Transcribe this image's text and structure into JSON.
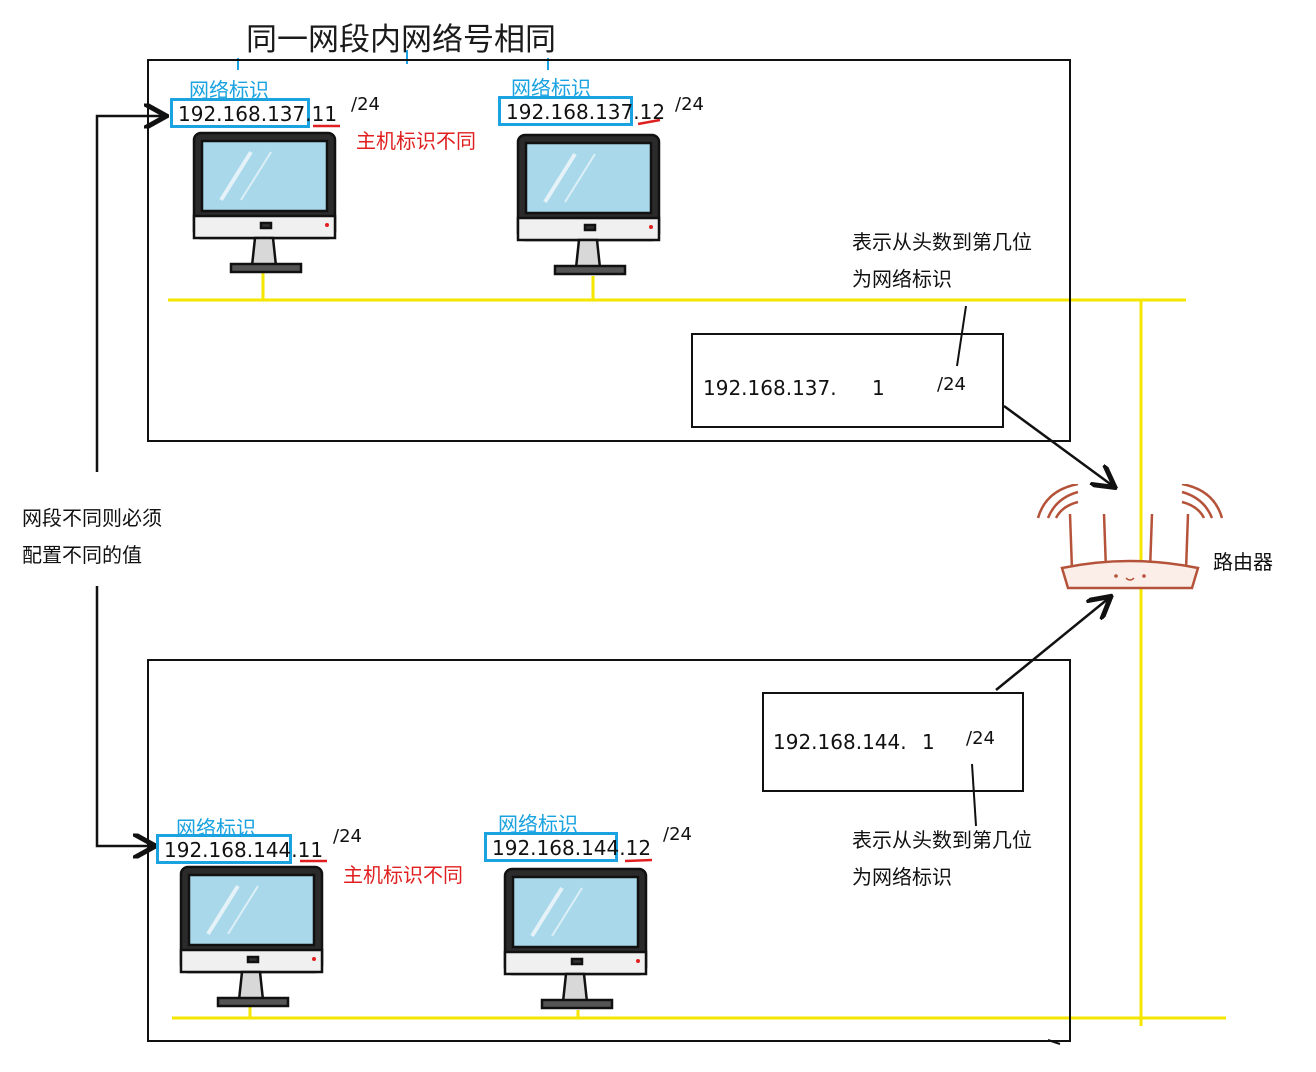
{
  "title": "同一网段内网络号相同",
  "segment_note": [
    "网段不同则必须",
    "配置不同的值"
  ],
  "router_label": "路由器",
  "top_network": {
    "hosts": [
      {
        "net_label": "网络标识",
        "ip_net": "192.168.137",
        "ip_host": ".11",
        "mask": "/24"
      },
      {
        "net_label": "网络标识",
        "ip_net": "192.168.137",
        "ip_host": ".12",
        "mask": "/24"
      }
    ],
    "host_diff_label": "主机标识不同",
    "gateway": {
      "ip_net": "192.168.137.",
      "ip_host": "1",
      "mask": "/24"
    },
    "mask_note": [
      "表示从头数到第几位",
      "为网络标识"
    ]
  },
  "bottom_network": {
    "hosts": [
      {
        "net_label": "网络标识",
        "ip_net": "192.168.144",
        "ip_host": ".11",
        "mask": "/24"
      },
      {
        "net_label": "网络标识",
        "ip_net": "192.168.144",
        "ip_host": ".12",
        "mask": "/24"
      }
    ],
    "host_diff_label": "主机标识不同",
    "gateway": {
      "ip_net": "192.168.144.",
      "ip_host": "1",
      "mask": "/24"
    },
    "mask_note": [
      "表示从头数到第几位",
      "为网络标识"
    ]
  },
  "colors": {
    "network_blue": "#1aa3e0",
    "host_red": "#e02020",
    "bus_yellow": "#f5e600",
    "router_brown": "#b5533a"
  }
}
